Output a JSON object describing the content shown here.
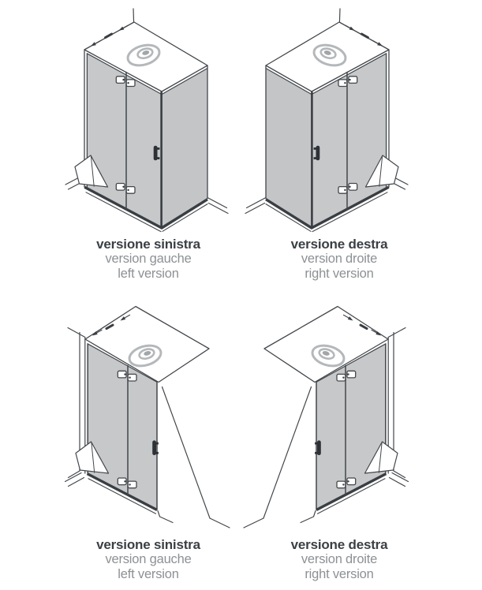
{
  "page": {
    "background": "#ffffff"
  },
  "colors": {
    "glass": "#c6c8ca",
    "glass_side": "#c3c5c7",
    "line": "#43474b",
    "line_dark": "#3a3e42",
    "icon_gray": "#b4b8ba",
    "icon_gray_dark": "#a2a6a8",
    "caption_title": "#3b4045",
    "caption_subtitle": "#8d9194"
  },
  "icons": {
    "showerhead": "showerhead-top-view-icon",
    "fixing_arrows": "wall-fixing-arrow-icon",
    "hinge": "door-hinge-icon",
    "handle": "door-handle-icon"
  },
  "figures": [
    {
      "id": "top-left",
      "drawing": "corner-shower-enclosure-left",
      "caption": {
        "title": "versione sinistra",
        "line2": "version gauche",
        "line3": "left version"
      }
    },
    {
      "id": "top-right",
      "drawing": "corner-shower-enclosure-right",
      "caption": {
        "title": "versione destra",
        "line2": "version droite",
        "line3": "right version"
      }
    },
    {
      "id": "bottom-left",
      "drawing": "niche-shower-enclosure-left",
      "caption": {
        "title": "versione sinistra",
        "line2": "version gauche",
        "line3": "left version"
      }
    },
    {
      "id": "bottom-right",
      "drawing": "niche-shower-enclosure-right",
      "caption": {
        "title": "versione destra",
        "line2": "version droite",
        "line3": "right version"
      }
    }
  ]
}
